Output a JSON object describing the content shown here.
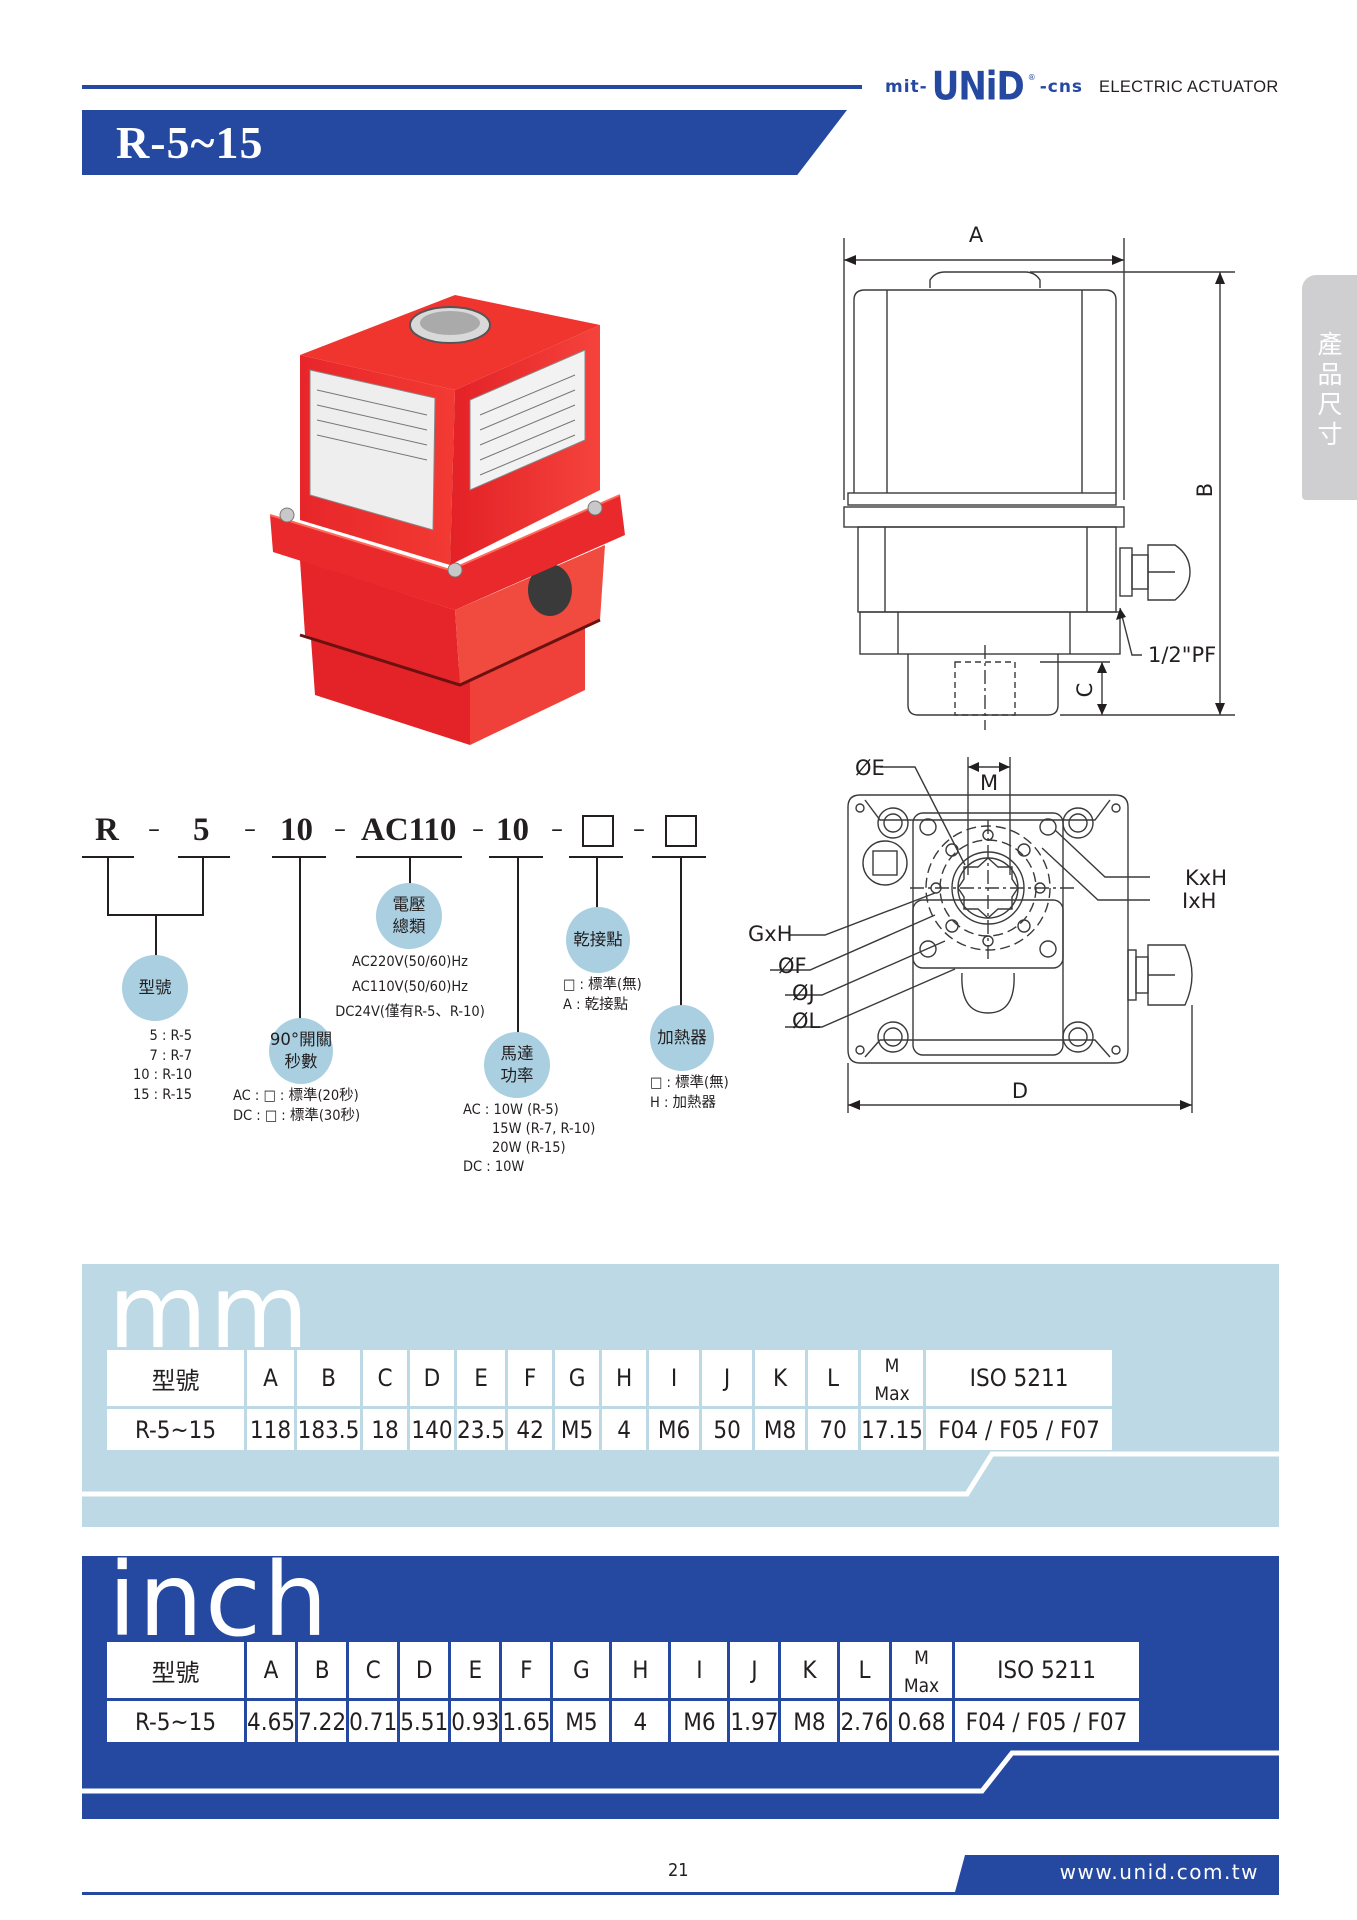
{
  "header": {
    "brand_prefix": "mit-",
    "brand_name": "UNiD",
    "brand_registered": "®",
    "brand_suffix": "-cns",
    "brand_tagline": "ELECTRIC ACTUATOR",
    "title": "R-5~15",
    "side_tab": "產品尺寸",
    "accent_color": "#2549a1",
    "light_accent_color": "#bcd9e5"
  },
  "drawing": {
    "side_labels": {
      "A": "A",
      "B": "B",
      "C": "C",
      "conduit": "1/2\"PF"
    },
    "bottom_labels": {
      "E": "ØE",
      "M": "M",
      "KxH": "KxH",
      "IxH": "IxH",
      "GxH": "GxH",
      "F": "ØF",
      "J": "ØJ",
      "L": "ØL",
      "D": "D"
    }
  },
  "model_code": {
    "parts": [
      {
        "text": "R"
      },
      {
        "text": "5"
      },
      {
        "text": "10"
      },
      {
        "text": "AC110"
      },
      {
        "text": "10"
      },
      {
        "text": ""
      },
      {
        "text": ""
      }
    ],
    "separator": "–",
    "groups": {
      "model": {
        "label": "型號",
        "notes": "5 : R-5\n7 : R-7\n10 : R-10\n15 : R-15"
      },
      "speed": {
        "label_line1": "90°開關",
        "label_line2": "秒數",
        "notes": "AC : □ : 標準(20秒)\nDC : □ : 標準(30秒)"
      },
      "voltage": {
        "label_line1": "電壓",
        "label_line2": "總類",
        "notes": "AC220V(50/60)Hz\nAC110V(50/60)Hz\nDC24V(僅有R-5、R-10)"
      },
      "motor": {
        "label_line1": "馬達",
        "label_line2": "功率",
        "notes": "AC : 10W (R-5)\n       15W (R-7, R-10)\n       20W (R-15)\nDC : 10W"
      },
      "dry_contact": {
        "label": "乾接點",
        "notes": "□ : 標準(無)\nA : 乾接點"
      },
      "heater": {
        "label": "加熱器",
        "notes": "□ : 標準(無)\nH : 加熱器"
      }
    }
  },
  "tables": {
    "mm": {
      "unit_label": "mm",
      "headers": [
        "型號",
        "A",
        "B",
        "C",
        "D",
        "E",
        "F",
        "G",
        "H",
        "I",
        "J",
        "K",
        "L",
        "M",
        "ISO 5211"
      ],
      "m_sub": "Max",
      "rows": [
        [
          "R-5~15",
          "118",
          "183.5",
          "18",
          "140",
          "23.5",
          "42",
          "M5",
          "4",
          "M6",
          "50",
          "M8",
          "70",
          "17.15",
          "F04 / F05 / F07"
        ]
      ]
    },
    "inch": {
      "unit_label": "inch",
      "headers": [
        "型號",
        "A",
        "B",
        "C",
        "D",
        "E",
        "F",
        "G",
        "H",
        "I",
        "J",
        "K",
        "L",
        "M",
        "ISO 5211"
      ],
      "m_sub": "Max",
      "rows": [
        [
          "R-5~15",
          "4.65",
          "7.22",
          "0.71",
          "5.51",
          "0.93",
          "1.65",
          "M5",
          "4",
          "M6",
          "1.97",
          "M8",
          "2.76",
          "0.68",
          "F04 / F05 / F07"
        ]
      ]
    }
  },
  "footer": {
    "page_number": "21",
    "website": "www.unid.com.tw"
  }
}
